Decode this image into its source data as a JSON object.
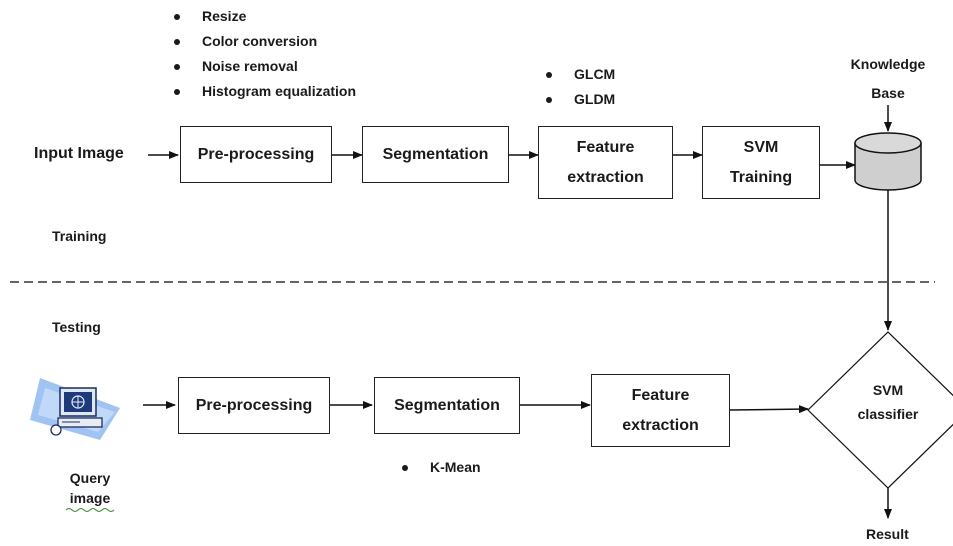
{
  "training": {
    "input_label": "Input Image",
    "section_label": "Training",
    "preprocessing_steps": [
      "Resize",
      "Color conversion",
      "Noise removal",
      "Histogram equalization"
    ],
    "feature_methods": [
      "GLCM",
      "GLDM"
    ],
    "boxes": {
      "preprocessing": "Pre-processing",
      "segmentation": "Segmentation",
      "feature_line1": "Feature",
      "feature_line2": "extraction",
      "svm_line1": "SVM",
      "svm_line2": "Training"
    },
    "knowledge_base_line1": "Knowledge",
    "knowledge_base_line2": "Base"
  },
  "testing": {
    "section_label": "Testing",
    "query_line1": "Query",
    "query_line2": "image",
    "segmentation_method": "K-Mean",
    "boxes": {
      "preprocessing": "Pre-processing",
      "segmentation": "Segmentation",
      "feature_line1": "Feature",
      "feature_line2": "extraction"
    },
    "classifier_line1": "SVM",
    "classifier_line2": "classifier",
    "result_label": "Result"
  }
}
